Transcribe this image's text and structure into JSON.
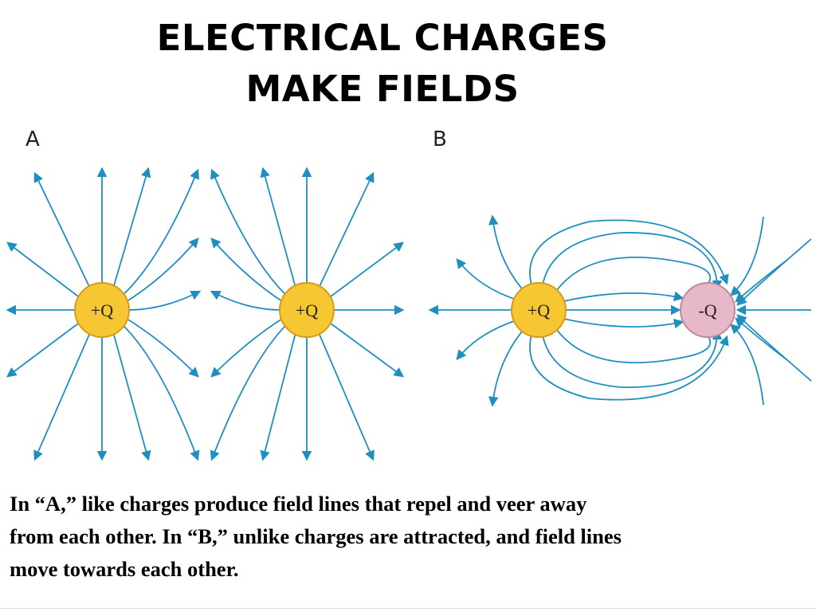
{
  "title": {
    "line1": "ELECTRICAL CHARGES",
    "line2": "MAKE FIELDS"
  },
  "panels": {
    "a": {
      "label": "A",
      "charge1": "+Q",
      "charge2": "+Q"
    },
    "b": {
      "label": "B",
      "charge1": "+Q",
      "charge2": "-Q"
    }
  },
  "caption": {
    "line1": "In “A,” like charges produce field lines that repel and veer away",
    "line2": "from each other. In “B,” unlike charges are attracted, and field lines",
    "line3": "move towards each other."
  },
  "colors": {
    "field_line": "#1f8fc0",
    "positive_fill": "#f6c633",
    "positive_stroke": "#d89a18",
    "negative_fill": "#e7b9c8",
    "negative_stroke": "#c08898"
  }
}
